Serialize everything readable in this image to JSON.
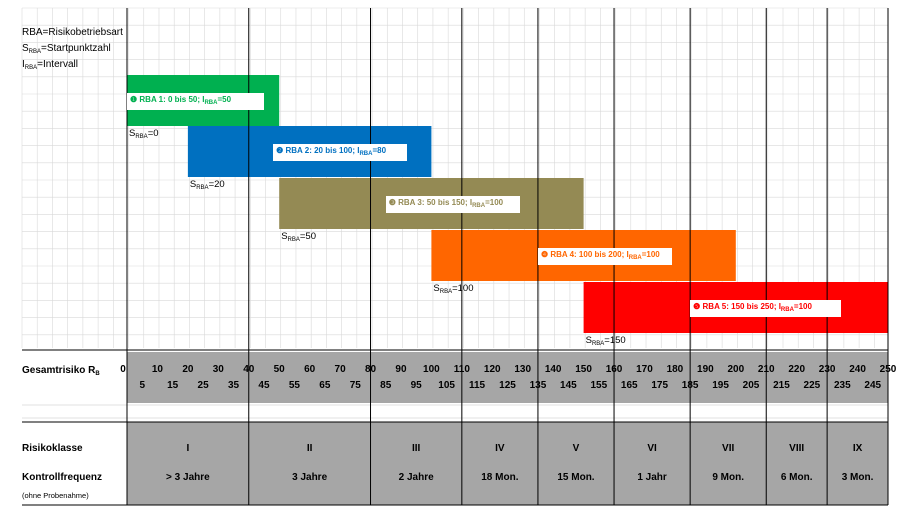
{
  "legend": {
    "line1": "RBA=Risikobetriebsart",
    "line2_prefix": "S",
    "line2_sub": "RBA",
    "line2_rest": "=Startpunktzahl",
    "line3_prefix": "I",
    "line3_sub": "RBA",
    "line3_rest": "=Intervall"
  },
  "colors": {
    "rba1": "#00b050",
    "rba2": "#0070c0",
    "rba3": "#948a54",
    "rba4": "#ff6600",
    "rba5": "#ff0000",
    "band": "#a6a6a6",
    "grid": "#d9d9d9"
  },
  "chart_data": {
    "type": "bar",
    "orientation": "horizontal-range",
    "xlim": [
      0,
      250
    ],
    "bars": [
      {
        "id": "rba1",
        "marker": "❶",
        "start": 0,
        "end": 50,
        "interval": 50,
        "label_main": "RBA 1: 0 bis 50; I",
        "label_sub": "RBA",
        "label_end": "=50",
        "start_prefix": "S",
        "start_sub": "RBA",
        "start_text": "=0"
      },
      {
        "id": "rba2",
        "marker": "❷",
        "start": 20,
        "end": 100,
        "interval": 80,
        "label_main": "RBA 2: 20 bis 100; I",
        "label_sub": "RBA",
        "label_end": "=80",
        "start_prefix": "S",
        "start_sub": "RBA",
        "start_text": "=20"
      },
      {
        "id": "rba3",
        "marker": "❸",
        "start": 50,
        "end": 150,
        "interval": 100,
        "label_main": "RBA 3: 50 bis 150; I",
        "label_sub": "RBA",
        "label_end": "=100",
        "start_prefix": "S",
        "start_sub": "RBA",
        "start_text": "=50"
      },
      {
        "id": "rba4",
        "marker": "❹",
        "start": 100,
        "end": 200,
        "interval": 100,
        "label_main": "RBA 4: 100 bis 200; I",
        "label_sub": "RBA",
        "label_end": "=100",
        "start_prefix": "S",
        "start_sub": "RBA",
        "start_text": "=100"
      },
      {
        "id": "rba5",
        "marker": "❺",
        "start": 150,
        "end": 250,
        "interval": 100,
        "label_main": "RBA 5: 150 bis 250; I",
        "label_sub": "RBA",
        "label_end": "=100",
        "start_prefix": "S",
        "start_sub": "RBA",
        "start_text": "=150"
      }
    ],
    "scale_label": "Gesamtrisiko R",
    "scale_label_sub": "B",
    "ticks_top": [
      "0",
      "10",
      "20",
      "30",
      "40",
      "50",
      "60",
      "70",
      "80",
      "90",
      "100",
      "110",
      "120",
      "130",
      "140",
      "150",
      "160",
      "170",
      "180",
      "190",
      "200",
      "210",
      "220",
      "230",
      "240",
      "250"
    ],
    "ticks_bottom": [
      "5",
      "15",
      "25",
      "35",
      "45",
      "55",
      "65",
      "75",
      "85",
      "95",
      "105",
      "115",
      "125",
      "135",
      "145",
      "155",
      "165",
      "175",
      "185",
      "195",
      "205",
      "215",
      "225",
      "235",
      "245"
    ],
    "risk_row_label": "Risikoklasse",
    "freq_row_label": "Kontrollfrequenz",
    "freq_row_note": "(ohne Probenahme)",
    "classes": [
      {
        "name": "I",
        "from": 0,
        "to": 40,
        "freq": "> 3 Jahre"
      },
      {
        "name": "II",
        "from": 40,
        "to": 80,
        "freq": "3 Jahre"
      },
      {
        "name": "III",
        "from": 80,
        "to": 110,
        "freq": "2 Jahre"
      },
      {
        "name": "IV",
        "from": 110,
        "to": 135,
        "freq": "18 Mon."
      },
      {
        "name": "V",
        "from": 135,
        "to": 160,
        "freq": "15 Mon."
      },
      {
        "name": "VI",
        "from": 160,
        "to": 185,
        "freq": "1 Jahr"
      },
      {
        "name": "VII",
        "from": 185,
        "to": 210,
        "freq": "9 Mon."
      },
      {
        "name": "VIII",
        "from": 210,
        "to": 230,
        "freq": "6 Mon."
      },
      {
        "name": "IX",
        "from": 230,
        "to": 250,
        "freq": "3 Mon."
      }
    ]
  }
}
